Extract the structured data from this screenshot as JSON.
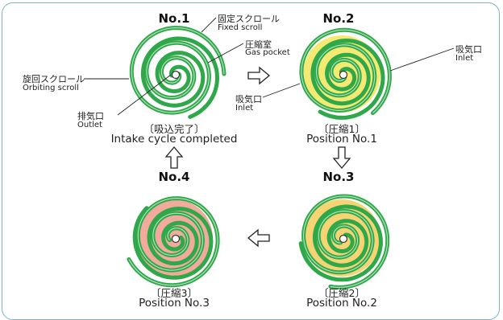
{
  "colors": {
    "scroll": "#2fa84a",
    "scroll_light": "#bfe6c4",
    "pocket_pos1": "#f3e86a",
    "pocket_pos2": "#f6d26b",
    "pocket_pos3": "#f0a596",
    "arrow_stroke": "#222222",
    "frame": "#7ab0cc"
  },
  "stages": [
    {
      "id": "no1",
      "title": "No.1",
      "caption_ja": "〔吸込完了〕",
      "caption_en": "Intake cycle completed",
      "pocket_color_key": "none"
    },
    {
      "id": "no2",
      "title": "No.2",
      "caption_ja": "〔圧縮1〕",
      "caption_en": "Position No.1",
      "pocket_color_key": "pocket_pos1"
    },
    {
      "id": "no3",
      "title": "No.3",
      "caption_ja": "〔圧縮2〕",
      "caption_en": "Position No.2",
      "pocket_color_key": "pocket_pos2"
    },
    {
      "id": "no4",
      "title": "No.4",
      "caption_ja": "〔圧縮3〕",
      "caption_en": "Position No.3",
      "pocket_color_key": "pocket_pos3"
    }
  ],
  "annotations": {
    "fixed_scroll_ja": "固定スクロール",
    "fixed_scroll_en": "Fixed scroll",
    "gas_pocket_ja": "圧縮室",
    "gas_pocket_en": "Gas pocket",
    "orbiting_scroll_ja": "旋回スクロール",
    "orbiting_scroll_en": "Orbiting scroll",
    "outlet_ja": "排気口",
    "outlet_en": "Outlet",
    "inlet_left_ja": "吸気口",
    "inlet_left_en": "Inlet",
    "inlet_right_ja": "吸気口",
    "inlet_right_en": "Inlet"
  },
  "arrows": [
    {
      "from": "no1",
      "to": "no2",
      "direction": "right"
    },
    {
      "from": "no2",
      "to": "no3",
      "direction": "down"
    },
    {
      "from": "no3",
      "to": "no4",
      "direction": "left"
    },
    {
      "from": "no4",
      "to": "no1",
      "direction": "up"
    }
  ]
}
